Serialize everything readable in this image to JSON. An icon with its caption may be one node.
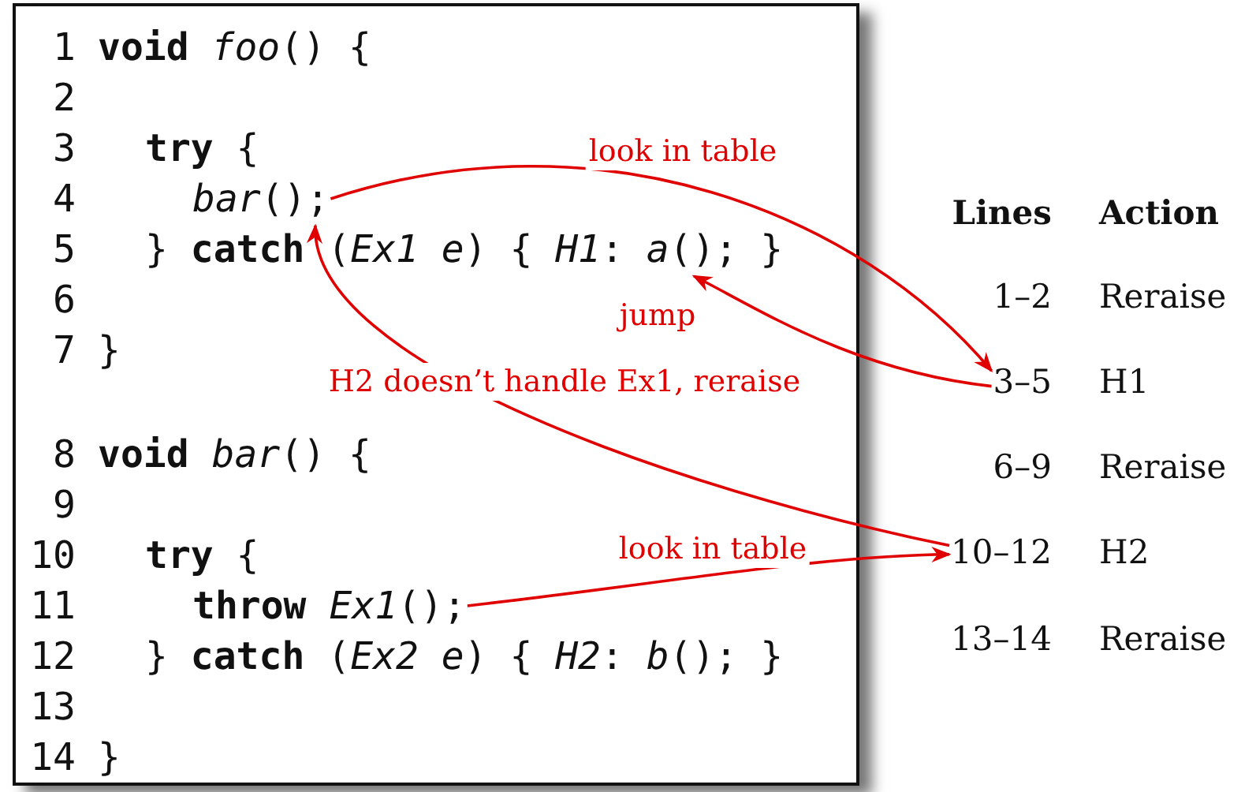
{
  "diagram": {
    "nodes": [
      {
        "text": [],
        "shape": "box"
      },
      {
        "text": [
          "*bar*();"
        ],
        "in": 0
      },
      {
        "text": [
          "} **catch** (*Ex1 e*) { *H1*: *a*(); }"
        ],
        "in": 0
      },
      {
        "text": [
          "**throw** *Ex1*();"
        ],
        "in": 0
      },
      {
        "text": [
          "3–5"
        ]
      },
      {
        "text": [
          "10–12"
        ]
      }
    ],
    "edges": [
      {
        "from": 1,
        "to": 4,
        "arrow": "to",
        "label": "look in table"
      },
      {
        "from": 4,
        "to": 2,
        "arrow": "to",
        "label": "jump"
      },
      {
        "from": 5,
        "to": 1,
        "arrow": "to",
        "label": "H2 doesn’t handle Ex1, reraise"
      },
      {
        "from": 3,
        "to": 5,
        "arrow": "to",
        "label": "look in table"
      }
    ],
    "labels": [
      "1",
      "**void** *foo*() {",
      "2",
      "3",
      "**try** {",
      "4",
      "5",
      "6",
      "7",
      "}",
      "8",
      "**void** *bar*() {",
      "9",
      "10",
      "**try** {",
      "11",
      "12",
      "} **catch** (*Ex2 e*) { *H2*: *b*(); }",
      "13",
      "14",
      "}",
      "Lines",
      "Action",
      "1–2",
      "Reraise",
      "H1",
      "6–9",
      "Reraise",
      "H2",
      "13–14",
      "Reraise"
    ]
  }
}
